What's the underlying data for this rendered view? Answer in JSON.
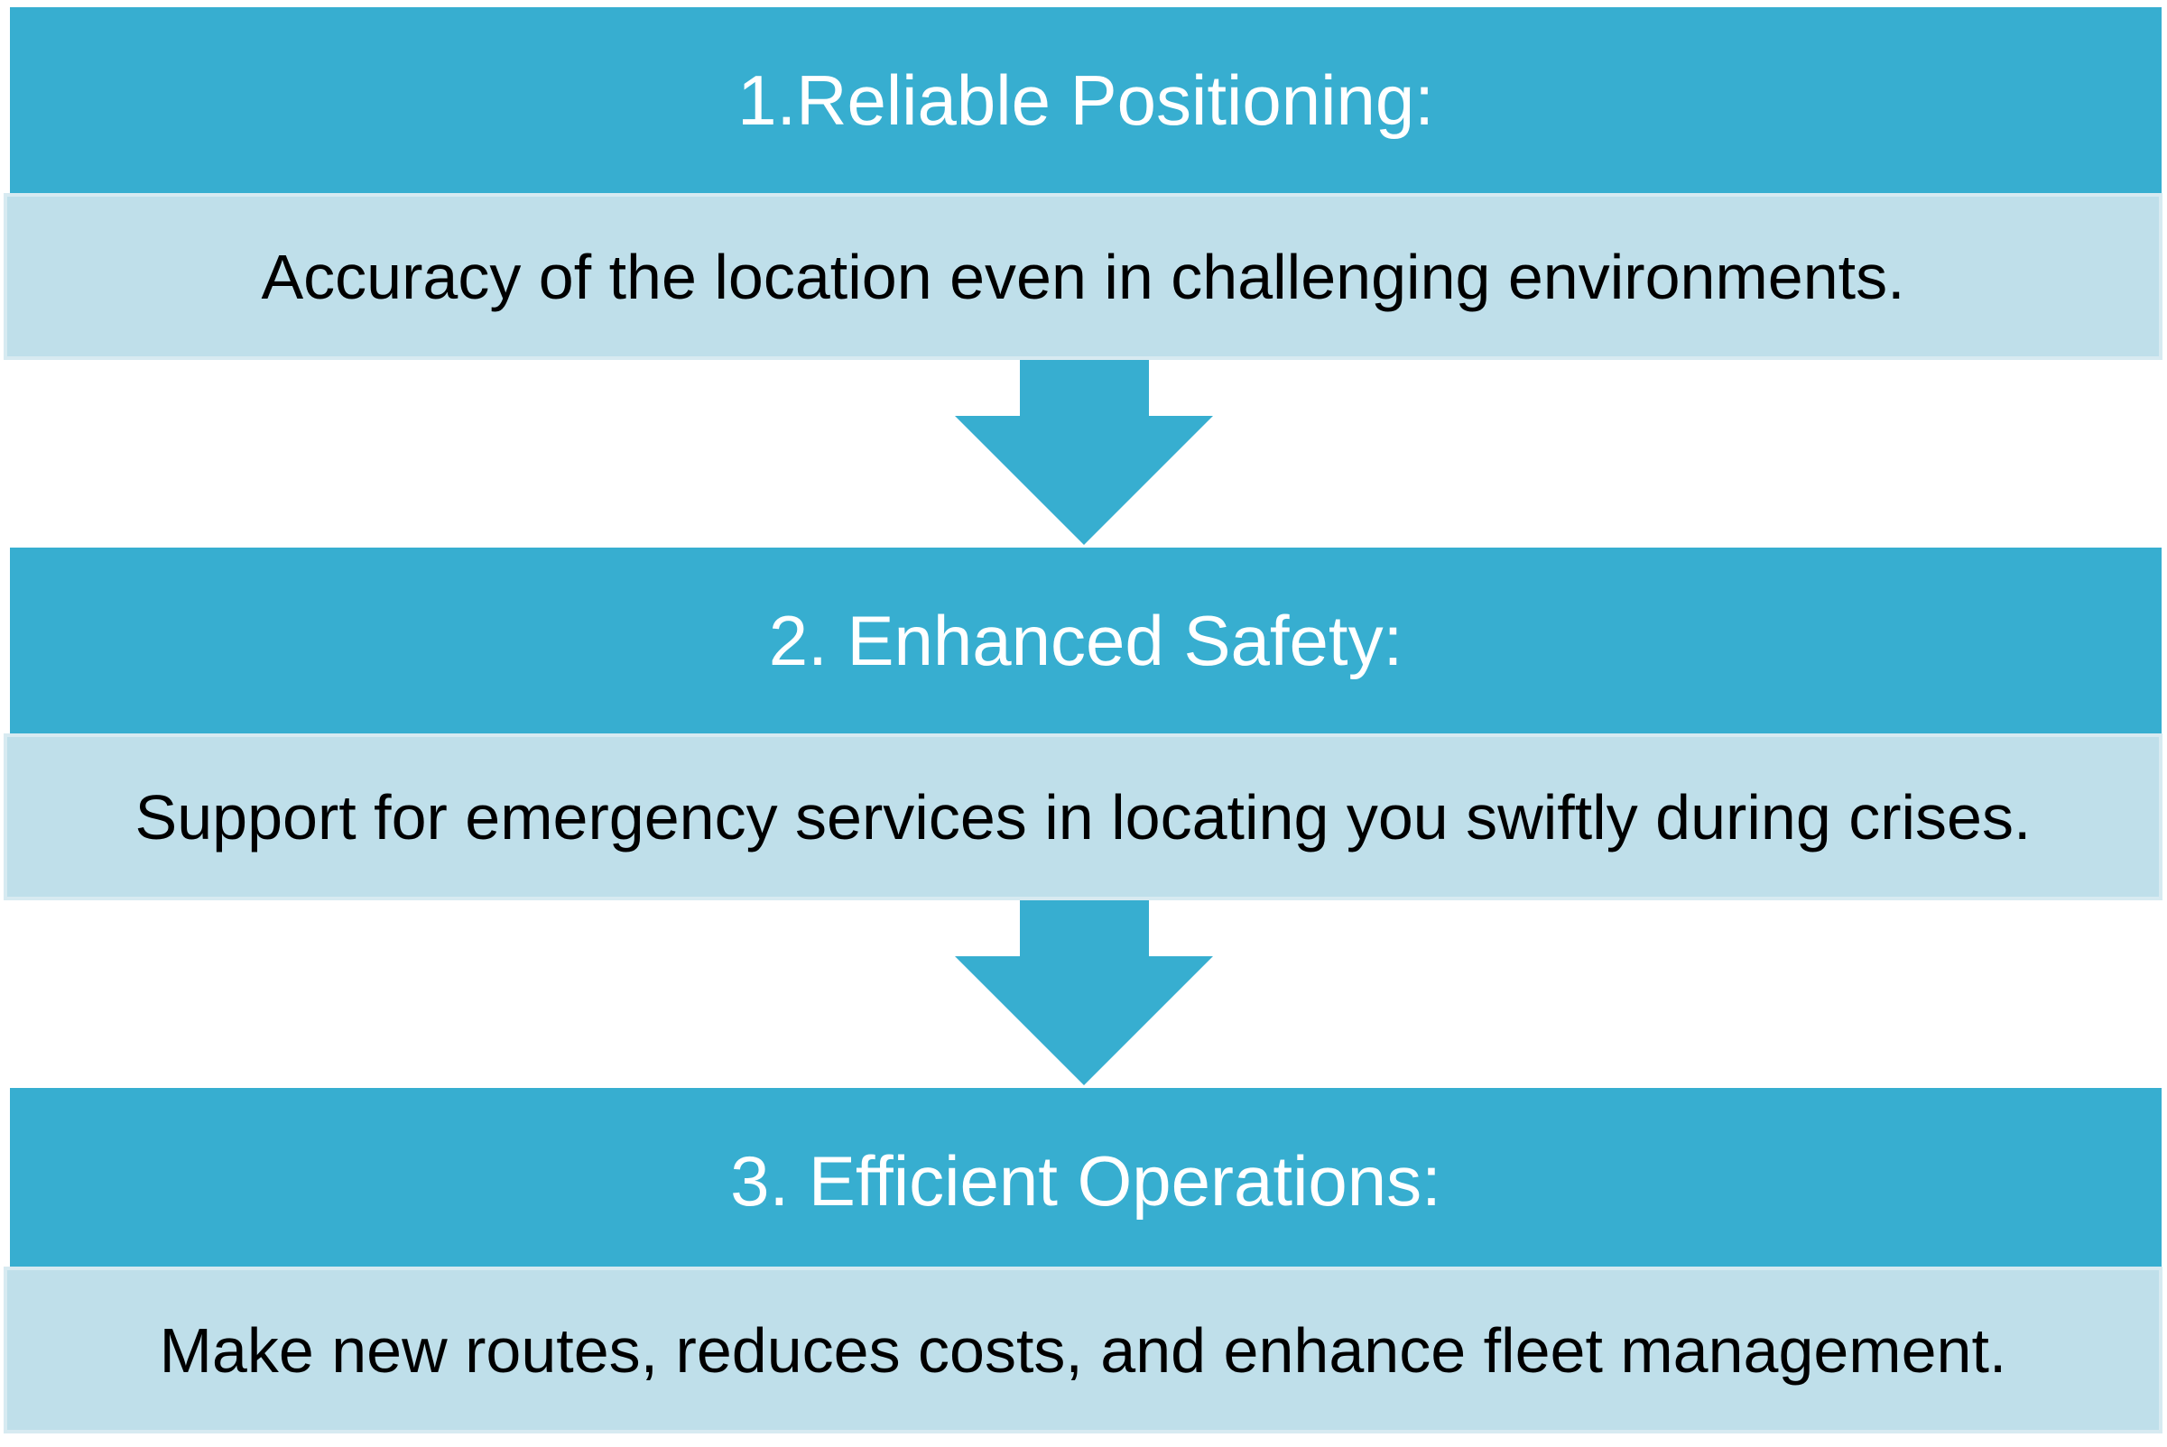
{
  "steps": [
    {
      "title": "1.Reliable Positioning:",
      "description": "Accuracy of the  location even in challenging environments."
    },
    {
      "title": "2. Enhanced Safety:",
      "description": "Support for emergency services in locating you swiftly during crises."
    },
    {
      "title": "3. Efficient Operations:",
      "description": "Make new routes, reduces costs, and enhance fleet management."
    }
  ],
  "colors": {
    "header": "#37aed0",
    "body": "#bfdfea",
    "arrow": "#37aed0"
  }
}
